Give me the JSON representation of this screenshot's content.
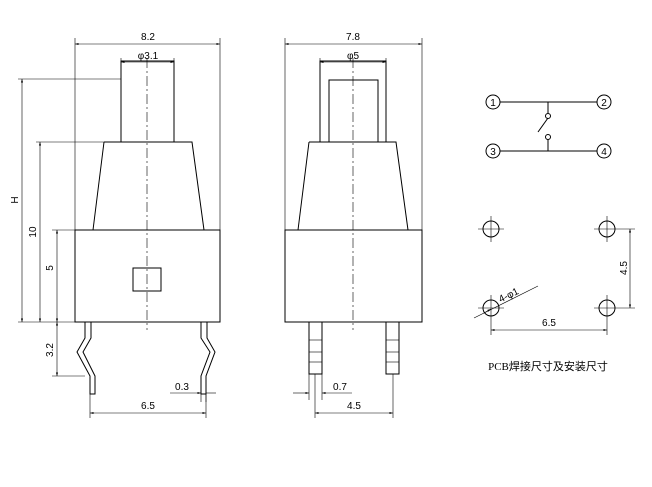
{
  "front_view": {
    "width": "8.2",
    "actuator_dia": "φ3.1",
    "height_total": "H",
    "height_body": "10",
    "height_base": "5",
    "lead_length": "3.2",
    "lead_thickness": "0.3",
    "lead_pitch": "6.5"
  },
  "side_view": {
    "width": "7.8",
    "actuator_dia": "φ5",
    "lead_width": "0.7",
    "lead_pitch": "4.5"
  },
  "schematic": {
    "pins": [
      "1",
      "2",
      "3",
      "4"
    ]
  },
  "footprint": {
    "hole_spec": "4-φ1",
    "pitch_x": "6.5",
    "pitch_y": "4.5",
    "caption": "PCB焊接尺寸及安装尺寸"
  }
}
